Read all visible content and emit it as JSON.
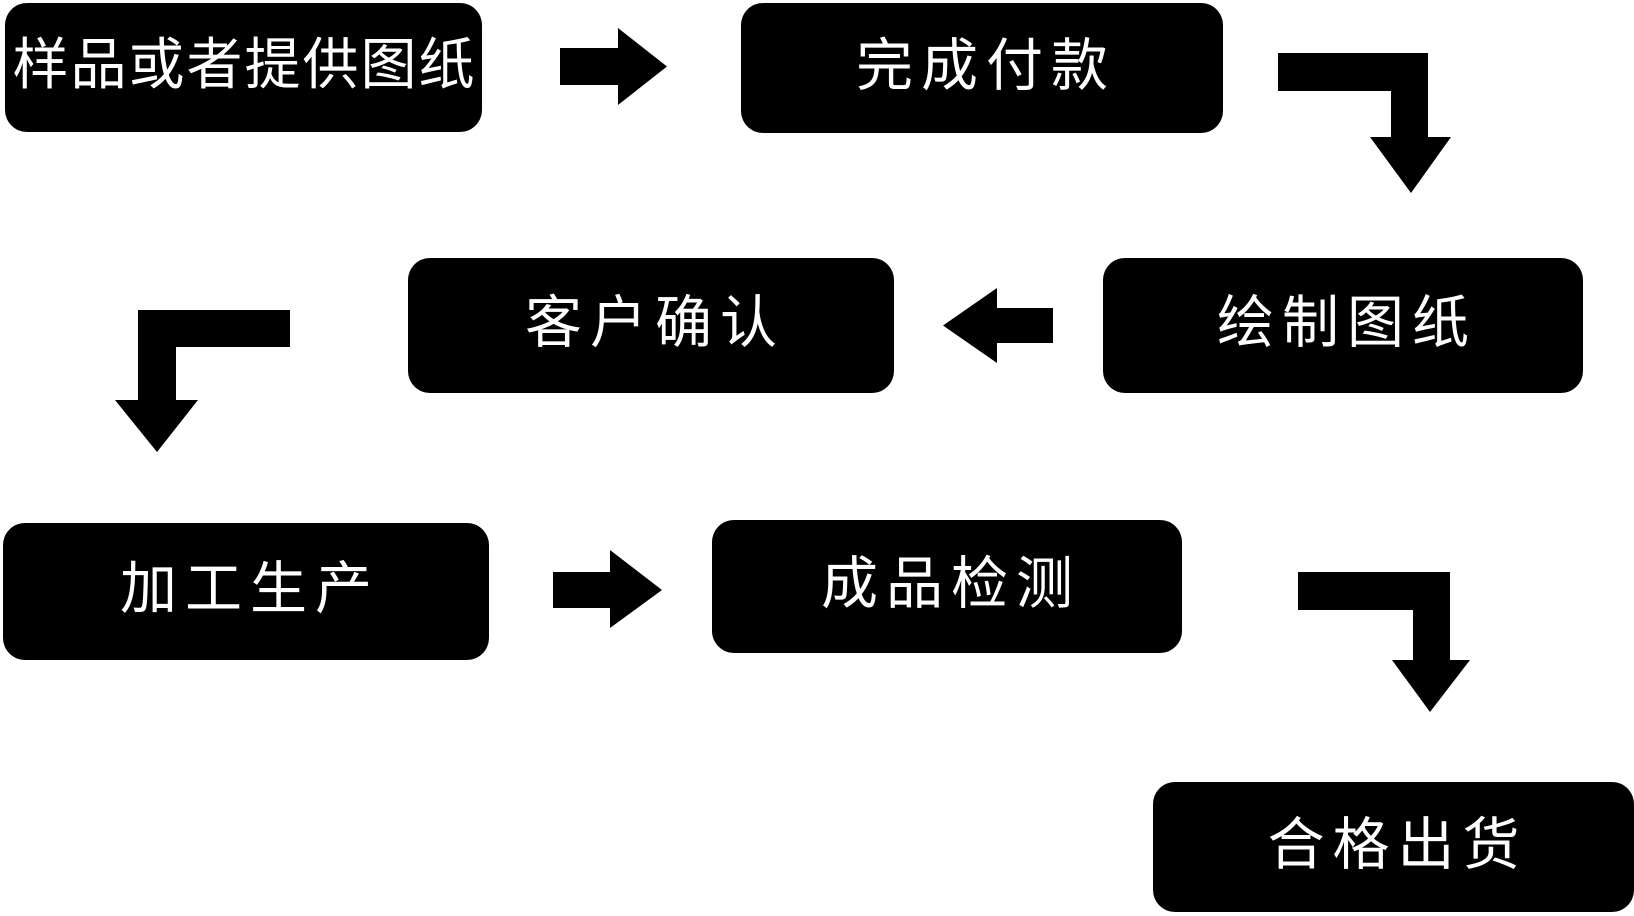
{
  "diagram": {
    "type": "flowchart",
    "background_color": "#ffffff",
    "node_color": "#000000",
    "node_text_color": "#ffffff",
    "arrow_color": "#000000",
    "steps": [
      {
        "order": 1,
        "label": "样品或者提供图纸"
      },
      {
        "order": 2,
        "label": "完成付款"
      },
      {
        "order": 3,
        "label": "绘制图纸"
      },
      {
        "order": 4,
        "label": "客户确认"
      },
      {
        "order": 5,
        "label": "加工生产"
      },
      {
        "order": 6,
        "label": "成品检测"
      },
      {
        "order": 7,
        "label": "合格出货"
      }
    ],
    "connections": [
      {
        "from": "样品或者提供图纸",
        "to": "完成付款",
        "arrow": "right"
      },
      {
        "from": "完成付款",
        "to": "绘制图纸",
        "arrow": "right-then-down"
      },
      {
        "from": "绘制图纸",
        "to": "客户确认",
        "arrow": "left"
      },
      {
        "from": "客户确认",
        "to": "加工生产",
        "arrow": "left-then-down"
      },
      {
        "from": "加工生产",
        "to": "成品检测",
        "arrow": "right"
      },
      {
        "from": "成品检测",
        "to": "合格出货",
        "arrow": "right-then-down"
      }
    ]
  }
}
